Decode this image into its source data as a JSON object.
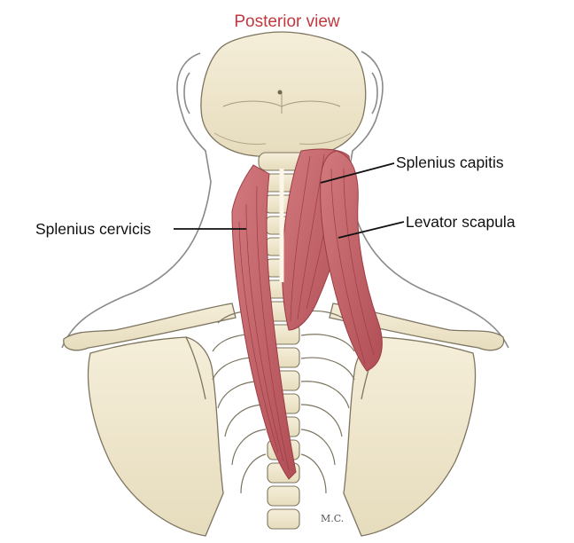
{
  "title": "Posterior view",
  "labels": {
    "splenius_capitis": "Splenius capitis",
    "levator_scapula": "Levator scapula",
    "splenius_cervicis": "Splenius cervicis"
  },
  "signature": "M.C.",
  "colors": {
    "title": "#c0393f",
    "bone": "#efe6cc",
    "bone_outline": "#7d7560",
    "muscle": "#c7656a",
    "muscle_dark": "#9c3c44",
    "skin_outline": "#8a8a8a",
    "leader_line": "#111111"
  }
}
